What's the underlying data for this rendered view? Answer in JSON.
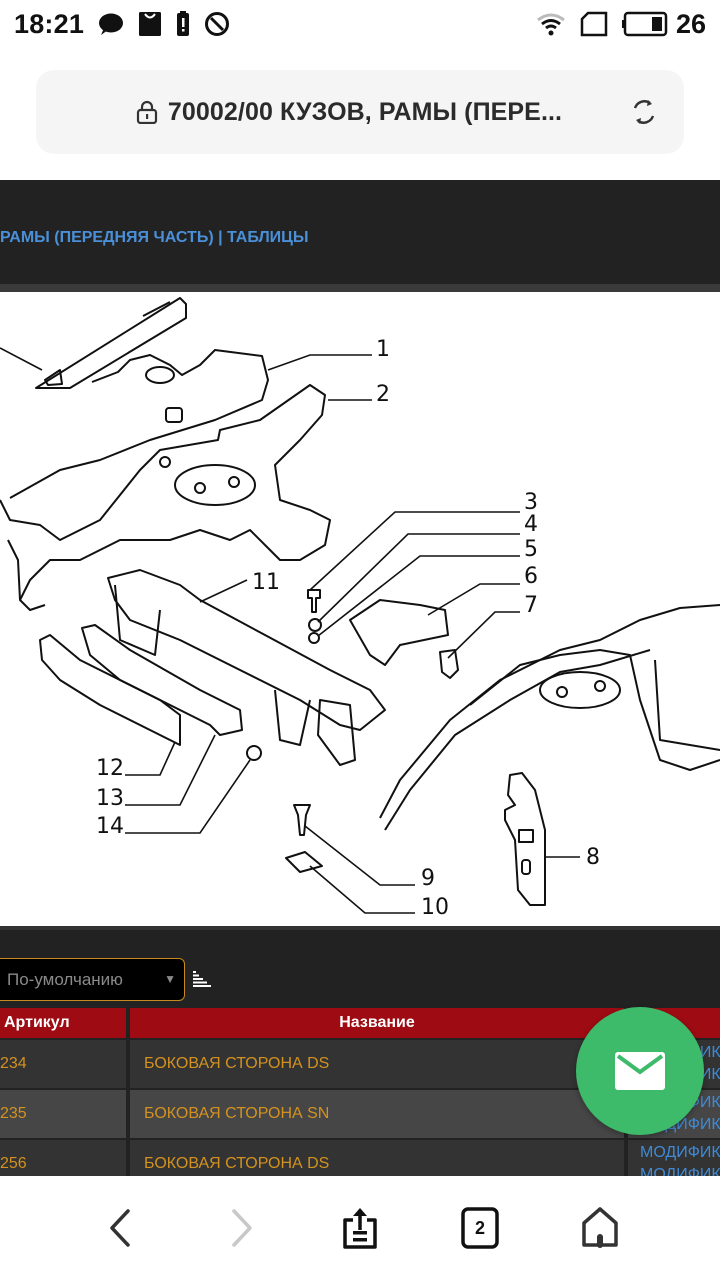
{
  "status_bar": {
    "time": "18:21",
    "left_icons": [
      "chat-bubble-icon",
      "shopping-bag-icon",
      "battery-alert-icon",
      "do-not-disturb-icon"
    ],
    "right_icons": [
      "wifi-icon",
      "sim-card-icon",
      "battery-icon"
    ],
    "battery_level": "26"
  },
  "url_bar": {
    "lock_icon": "lock-icon",
    "title": "70002/00 КУЗОВ, РАМЫ (ПЕРЕ...",
    "reload_icon": "reload-icon"
  },
  "header": {
    "breadcrumb_current": "РАМЫ (ПЕРЕДНЯЯ ЧАСТЬ)",
    "separator": " | ",
    "breadcrumb_link": "ТАБЛИЦЫ"
  },
  "diagram": {
    "callouts": [
      "1",
      "2",
      "3",
      "4",
      "5",
      "6",
      "7",
      "8",
      "9",
      "10",
      "11",
      "12",
      "13",
      "14"
    ]
  },
  "controls": {
    "sort_select_value": "По-умолчанию",
    "sort_direction_icon": "sort-ascending-icon"
  },
  "table": {
    "columns": [
      "Артикул",
      "Название",
      ""
    ],
    "rows": [
      {
        "article": "234",
        "name": "БОКОВАЯ СТОРОНА DS",
        "mod": [
          "МОДИФИК",
          "МОДИФИК"
        ]
      },
      {
        "article": "235",
        "name": "БОКОВАЯ СТОРОНА SN",
        "mod": [
          "МОДИФИК",
          "МОДИФИК"
        ]
      },
      {
        "article": "256",
        "name": "БОКОВАЯ СТОРОНА DS",
        "mod": [
          "МОДИФИК",
          "МОДИФИК"
        ]
      }
    ]
  },
  "fab": {
    "icon": "mail-icon",
    "color": "#3dba6a"
  },
  "bottom_nav": {
    "items": [
      "back-icon",
      "forward-icon",
      "share-icon",
      "tabs-icon",
      "home-icon"
    ],
    "tab_count": "2"
  },
  "colors": {
    "header_bg": "#222222",
    "link": "#4a90d9",
    "table_header": "#9e0b13",
    "cell_text": "#d3921f",
    "select_border": "#c8891f"
  }
}
